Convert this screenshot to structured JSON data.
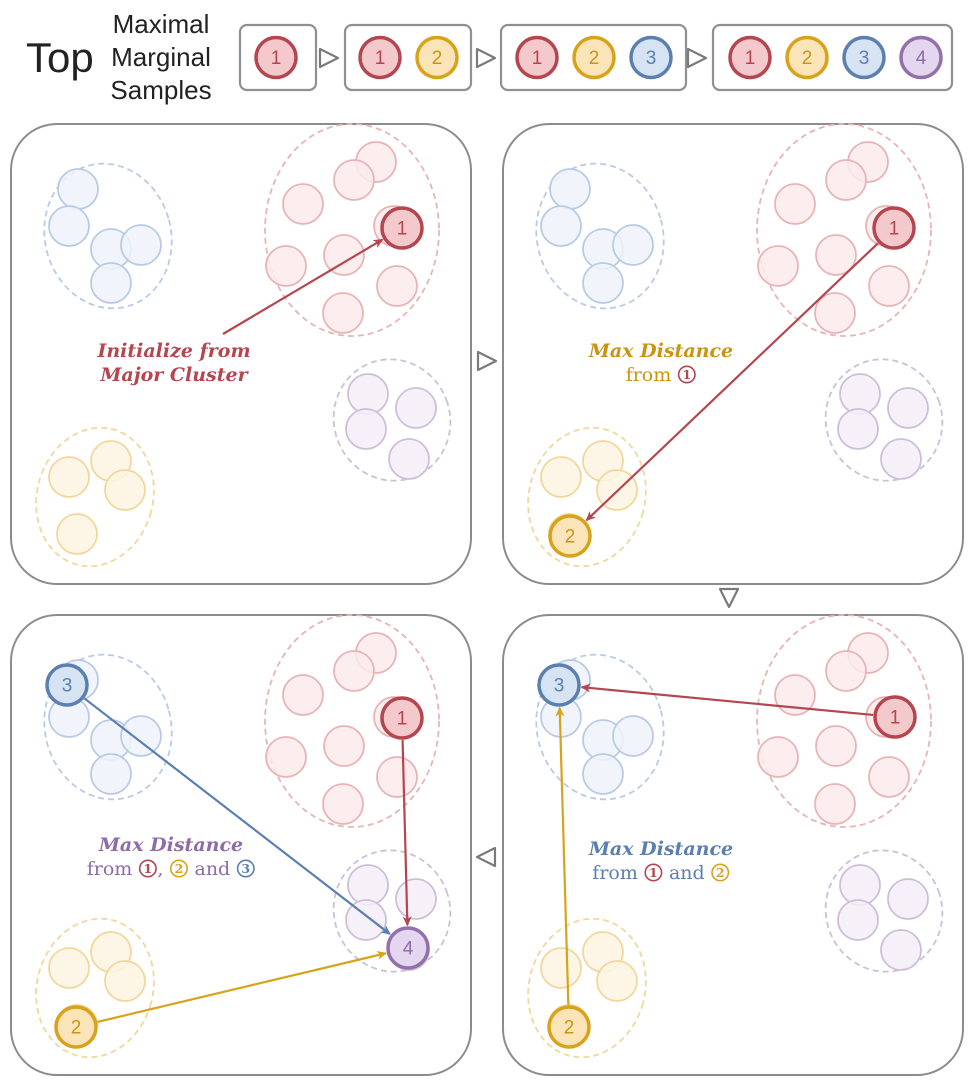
{
  "header": {
    "top_label": "Top",
    "title_lines": [
      "Maximal",
      "Marginal",
      "Samples"
    ],
    "sequence": [
      [
        "1"
      ],
      [
        "1",
        "2"
      ],
      [
        "1",
        "2",
        "3"
      ],
      [
        "1",
        "2",
        "3",
        "4"
      ]
    ]
  },
  "colors": {
    "red": {
      "stroke": "#b5454f",
      "fill": "#f3c9cb",
      "faded_stroke": "#e8b4b6",
      "faded_fill": "#fbeaeb",
      "text": "#b5454f"
    },
    "yellow": {
      "stroke": "#d9a21b",
      "fill": "#fbe5b8",
      "faded_stroke": "#f2d79c",
      "faded_fill": "#fdf5e3",
      "text": "#c99412"
    },
    "blue": {
      "stroke": "#5b7fb0",
      "fill": "#d5e3f3",
      "faded_stroke": "#b9cbe4",
      "faded_fill": "#eef3fa",
      "text": "#5b7fb0"
    },
    "purple": {
      "stroke": "#9370ab",
      "fill": "#e3d6ee",
      "faded_stroke": "#cdbfd9",
      "faded_fill": "#f4eff8",
      "text": "#8f6ba8"
    },
    "panel_border": "#8c8c8c",
    "arrow_marker": "#7a7a7a"
  },
  "panels": [
    {
      "id": "init",
      "caption_lines": [
        {
          "parts": [
            {
              "text": "Initialize from",
              "color": "red",
              "style": "bold-italic"
            }
          ]
        },
        {
          "parts": [
            {
              "text": "Major Cluster",
              "color": "red",
              "style": "bold-italic"
            }
          ]
        }
      ],
      "selected": [
        "1"
      ],
      "arrows": [
        {
          "from": "caption",
          "to": "1",
          "color": "red"
        }
      ]
    },
    {
      "id": "step2",
      "caption_lines": [
        {
          "parts": [
            {
              "text": "Max Distance",
              "color": "yellow",
              "style": "bold-italic"
            }
          ]
        },
        {
          "parts": [
            {
              "text": "from ",
              "color": "yellow",
              "style": "normal"
            },
            {
              "num": "1",
              "color": "red"
            }
          ]
        }
      ],
      "selected": [
        "1",
        "2"
      ],
      "arrows": [
        {
          "from": "1",
          "to": "2",
          "color": "red"
        }
      ]
    },
    {
      "id": "step3",
      "caption_lines": [
        {
          "parts": [
            {
              "text": "Max Distance",
              "color": "blue",
              "style": "bold-italic"
            }
          ]
        },
        {
          "parts": [
            {
              "text": "from ",
              "color": "blue",
              "style": "normal"
            },
            {
              "num": "1",
              "color": "red"
            },
            {
              "text": " and ",
              "color": "blue",
              "style": "normal"
            },
            {
              "num": "2",
              "color": "yellow"
            }
          ]
        }
      ],
      "selected": [
        "1",
        "2",
        "3"
      ],
      "arrows": [
        {
          "from": "1",
          "to": "3",
          "color": "red"
        },
        {
          "from": "2",
          "to": "3",
          "color": "yellow"
        }
      ]
    },
    {
      "id": "step4",
      "caption_lines": [
        {
          "parts": [
            {
              "text": "Max Distance",
              "color": "purple",
              "style": "bold-italic"
            }
          ]
        },
        {
          "parts": [
            {
              "text": "from ",
              "color": "purple",
              "style": "normal"
            },
            {
              "num": "1",
              "color": "red"
            },
            {
              "text": ", ",
              "color": "purple",
              "style": "normal"
            },
            {
              "num": "2",
              "color": "yellow"
            },
            {
              "text": " and ",
              "color": "purple",
              "style": "normal"
            },
            {
              "num": "3",
              "color": "blue"
            }
          ]
        }
      ],
      "selected": [
        "1",
        "2",
        "3",
        "4"
      ],
      "arrows": [
        {
          "from": "1",
          "to": "4",
          "color": "red"
        },
        {
          "from": "3",
          "to": "4",
          "color": "blue"
        },
        {
          "from": "2",
          "to": "4",
          "color": "yellow"
        }
      ]
    }
  ],
  "sample_colors": {
    "1": "red",
    "2": "yellow",
    "3": "blue",
    "4": "purple"
  },
  "transition_marker": "triangle"
}
